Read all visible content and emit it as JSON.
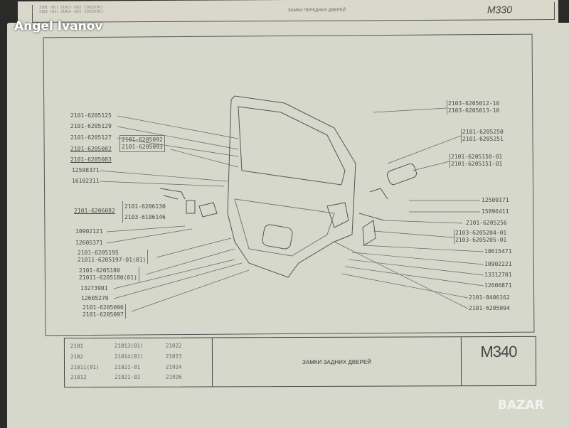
{
  "watermark": "Angel Ivanov",
  "corner_watermark": "BAZAR",
  "previous_page": {
    "codes": [
      "2101 (01) 21013 (02) 21022(01)",
      "2102 (01) 21014 (02) 21023(01)"
    ],
    "title": "ЗАМКИ ПЕРЕДНИХ ДВЕРЕЙ",
    "number": "M330"
  },
  "left_labels": [
    {
      "text": "2101-6205125"
    },
    {
      "text": "2101-6205129"
    },
    {
      "text": "2101-6205127"
    },
    {
      "text": "2101-6205082"
    },
    {
      "text": "2101-6205083"
    },
    {
      "text": "12598371"
    },
    {
      "text": "16102311"
    },
    {
      "text": "2101-6205092"
    },
    {
      "text": "2101-6205093"
    },
    {
      "text": "2101-6206082"
    },
    {
      "text": "2101-6206130"
    },
    {
      "text": "2103-6106146"
    },
    {
      "text": "10902121"
    },
    {
      "text": "12605371"
    },
    {
      "text": "2101-6205195"
    },
    {
      "text": "21011-6205197-01(01)"
    },
    {
      "text": "2101-6205180"
    },
    {
      "text": "21011-6205180(01)"
    },
    {
      "text": "13273901"
    },
    {
      "text": "12605270"
    },
    {
      "text": "2101-6205096"
    },
    {
      "text": "2101-6205097"
    }
  ],
  "right_labels": [
    {
      "text": "2103-6205012-10"
    },
    {
      "text": "2103-6205013-10"
    },
    {
      "text": "2101-6205250"
    },
    {
      "text": "2101-6205251"
    },
    {
      "text": "2101-6205150-01"
    },
    {
      "text": "2101-6205151-01"
    },
    {
      "text": "12509171"
    },
    {
      "text": "15896411"
    },
    {
      "text": "2101-6205256"
    },
    {
      "text": "2103-6205204-01"
    },
    {
      "text": "2103-6205205-01"
    },
    {
      "text": "10615471"
    },
    {
      "text": "10902221"
    },
    {
      "text": "13312701"
    },
    {
      "text": "12606871"
    },
    {
      "text": "2101-8406162"
    },
    {
      "text": "2101-6205094"
    }
  ],
  "footer": {
    "models": [
      "2101",
      "21013(01)",
      "21022",
      "2102",
      "21014(01)",
      "21023",
      "21011(01)",
      "21021-01",
      "21024",
      "21012",
      "21021-02",
      "21026"
    ],
    "title": "ЗАМКИ ЗАДНИХ ДВЕРЕЙ",
    "number": "M340"
  }
}
